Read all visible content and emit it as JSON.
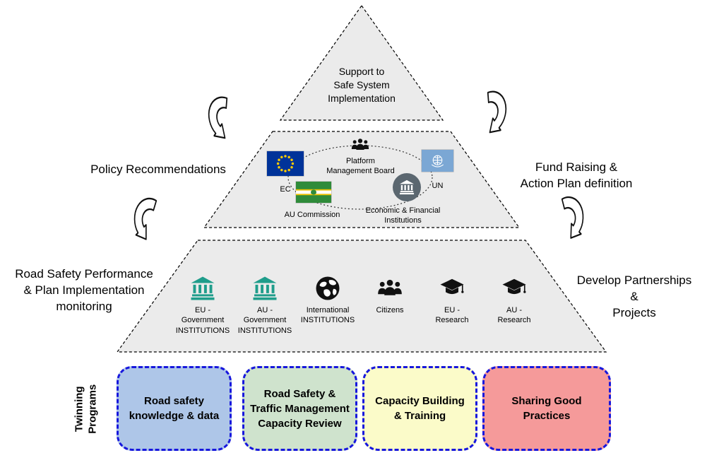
{
  "pyramid": {
    "apex": {
      "label": "Support to\nSafe System\nImplementation"
    },
    "governance": {
      "board": {
        "label": "Platform\nManagement Board",
        "icon": "people-icon"
      },
      "ec": {
        "label": "EC",
        "icon": "eu-flag"
      },
      "un": {
        "label": "UN",
        "icon": "un-flag"
      },
      "au_commission": {
        "label": "AU Commission",
        "icon": "au-flag"
      },
      "economic_financial": {
        "label": "Economic & Financial\nInstitutions",
        "icon": "bank-icon"
      }
    },
    "stakeholders": [
      {
        "label": "EU -\nGovernment\nINSTITUTIONS",
        "icon": "bank-icon",
        "color": "#1f9d8b"
      },
      {
        "label": "AU -\nGovernment\nINSTITUTIONS",
        "icon": "bank-icon",
        "color": "#1f9d8b"
      },
      {
        "label": "International\nINSTITUTIONS",
        "icon": "globe-icon",
        "color": "#111111"
      },
      {
        "label": "Citizens",
        "icon": "citizens-icon",
        "color": "#111111"
      },
      {
        "label": "EU -\nResearch",
        "icon": "graduation-cap-icon",
        "color": "#111111"
      },
      {
        "label": "AU -\nResearch",
        "icon": "graduation-cap-icon",
        "color": "#111111"
      }
    ]
  },
  "cycle_labels": {
    "policy": "Policy Recommendations",
    "monitoring": "Road Safety Performance\n& Plan Implementation\nmonitoring",
    "fund_raising": "Fund Raising &\nAction Plan definition",
    "partnerships": "Develop Partnerships\n&\nProjects"
  },
  "twinning": {
    "title": "Twinning\nPrograms",
    "border_color": "#1717dd",
    "programs": [
      {
        "label": "Road safety\nknowledge & data",
        "fill": "#aec6e8"
      },
      {
        "label": "Road Safety &\nTraffic Management\nCapacity Review",
        "fill": "#cfe3cd"
      },
      {
        "label": "Capacity Building\n& Training",
        "fill": "#fbfbc9"
      },
      {
        "label": "Sharing Good\nPractices",
        "fill": "#f59a9a"
      }
    ]
  },
  "colors": {
    "tier_fill": "#ebebeb",
    "institution_teal": "#1f9d8b",
    "efi_circle": "#5b6770"
  }
}
